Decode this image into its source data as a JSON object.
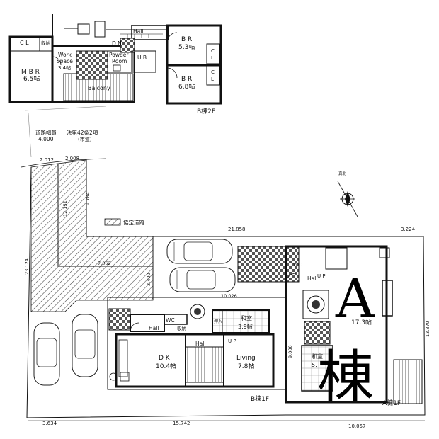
{
  "upper_floor": {
    "caption": "B棟2F",
    "rooms": {
      "cl": "C L",
      "storage": "収納",
      "mbr_name": "M B R",
      "mbr_size": "6.5帖",
      "work_1": "Work",
      "work_2": "Space",
      "work_size": "3.4帖",
      "balcony": "Balcony",
      "powder_1": "Powder",
      "powder_2": "Room",
      "ub": "U B",
      "dn": "D N",
      "hall": "Hall",
      "br1_name": "B R",
      "br1_size": "5.3帖",
      "br2_name": "B R",
      "br2_size": "6.8帖",
      "cl_a": "C",
      "cl_b": "L",
      "cl_c": "C",
      "cl_d": "L"
    }
  },
  "road": {
    "width_label": "道路幅員",
    "width_value": "4.000",
    "law_label": "法第42条2項",
    "law_sub": "(市道)"
  },
  "dimensions": {
    "d_2012": "2.012",
    "d_2008": "2.008",
    "d_9784": "9.784",
    "d_12151": "12.151",
    "d_23124": "23.124",
    "d_7062": "7.062",
    "d_21858": "21.858",
    "d_3224": "3.224",
    "d_10026": "10.026",
    "d_2400": "2.400",
    "d_9080": "9.080",
    "d_13879": "13.879",
    "d_3634": "3.634",
    "d_15742": "15.742",
    "d_10057": "10.057"
  },
  "legend": {
    "agreement_road": "協定道路"
  },
  "north_label": "真北",
  "b_ground": {
    "caption": "B棟1F",
    "wc": "WC",
    "storage": "収納",
    "washitsu": "和室",
    "washitsu_size": "3.9帖",
    "hall": "Hall",
    "dk": "D K",
    "dk_size": "10.4帖",
    "living": "Living",
    "living_size": "7.8帖",
    "up": "U P",
    "closet": "押入"
  },
  "a_building": {
    "caption": "A棟1F",
    "big_a": "A",
    "big_mune": "棟",
    "ldk_size": "17.3帖",
    "washitsu": "和室",
    "washitsu_size": "5.",
    "hall": "Hall",
    "up": "U P",
    "wc": "WC"
  }
}
